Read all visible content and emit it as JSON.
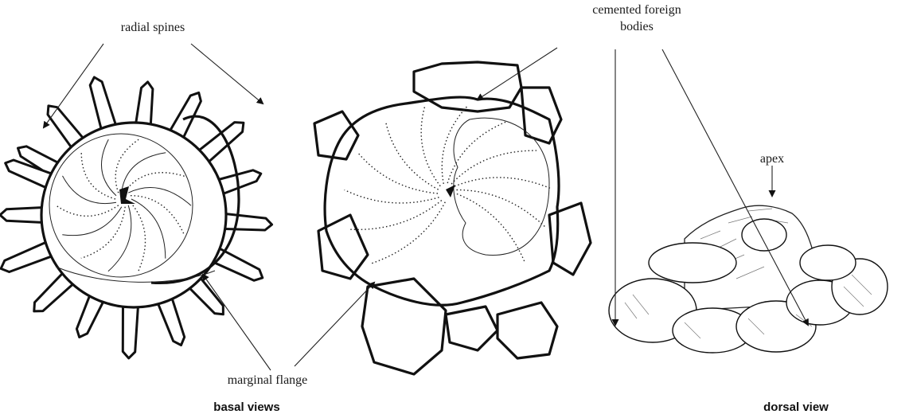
{
  "labels": {
    "radial_spines": "radial spines",
    "cemented_foreign_line1": "cemented foreign",
    "cemented_foreign_line2": "bodies",
    "apex": "apex",
    "marginal_flange": "marginal flange",
    "basal_views": "basal views",
    "dorsal_view": "dorsal view"
  }
}
